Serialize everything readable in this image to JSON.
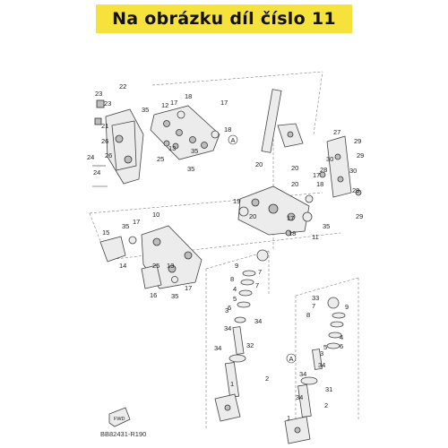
{
  "banner": {
    "title": "Na obrázku díl číslo 11"
  },
  "reference_code": "BB82431-R190",
  "fwd_label": "FWD",
  "callout_letter": "A",
  "colors": {
    "banner_bg": "#f7e23b",
    "line": "#333333"
  },
  "labels": [
    {
      "t": "22"
    },
    {
      "t": "23"
    },
    {
      "t": "23"
    },
    {
      "t": "21"
    },
    {
      "t": "26"
    },
    {
      "t": "24"
    },
    {
      "t": "26"
    },
    {
      "t": "24"
    },
    {
      "t": "35"
    },
    {
      "t": "12"
    },
    {
      "t": "17"
    },
    {
      "t": "18"
    },
    {
      "t": "17"
    },
    {
      "t": "18"
    },
    {
      "t": "25"
    },
    {
      "t": "13"
    },
    {
      "t": "35"
    },
    {
      "t": "35"
    },
    {
      "t": "20"
    },
    {
      "t": "20"
    },
    {
      "t": "20"
    },
    {
      "t": "17"
    },
    {
      "t": "18"
    },
    {
      "t": "27"
    },
    {
      "t": "29"
    },
    {
      "t": "29"
    },
    {
      "t": "30"
    },
    {
      "t": "30"
    },
    {
      "t": "28"
    },
    {
      "t": "29"
    },
    {
      "t": "29"
    },
    {
      "t": "19"
    },
    {
      "t": "20"
    },
    {
      "t": "17"
    },
    {
      "t": "18"
    },
    {
      "t": "11"
    },
    {
      "t": "35"
    },
    {
      "t": "10"
    },
    {
      "t": "35"
    },
    {
      "t": "17"
    },
    {
      "t": "15"
    },
    {
      "t": "14"
    },
    {
      "t": "25"
    },
    {
      "t": "13"
    },
    {
      "t": "16"
    },
    {
      "t": "35"
    },
    {
      "t": "17"
    },
    {
      "t": "9"
    },
    {
      "t": "7"
    },
    {
      "t": "8"
    },
    {
      "t": "7"
    },
    {
      "t": "4"
    },
    {
      "t": "5"
    },
    {
      "t": "6"
    },
    {
      "t": "3"
    },
    {
      "t": "34"
    },
    {
      "t": "34"
    },
    {
      "t": "32"
    },
    {
      "t": "34"
    },
    {
      "t": "33"
    },
    {
      "t": "9"
    },
    {
      "t": "7"
    },
    {
      "t": "8"
    },
    {
      "t": "4"
    },
    {
      "t": "5"
    },
    {
      "t": "6"
    },
    {
      "t": "3"
    },
    {
      "t": "34"
    },
    {
      "t": "34"
    },
    {
      "t": "31"
    },
    {
      "t": "34"
    },
    {
      "t": "2"
    },
    {
      "t": "1"
    },
    {
      "t": "2"
    },
    {
      "t": "1"
    }
  ]
}
